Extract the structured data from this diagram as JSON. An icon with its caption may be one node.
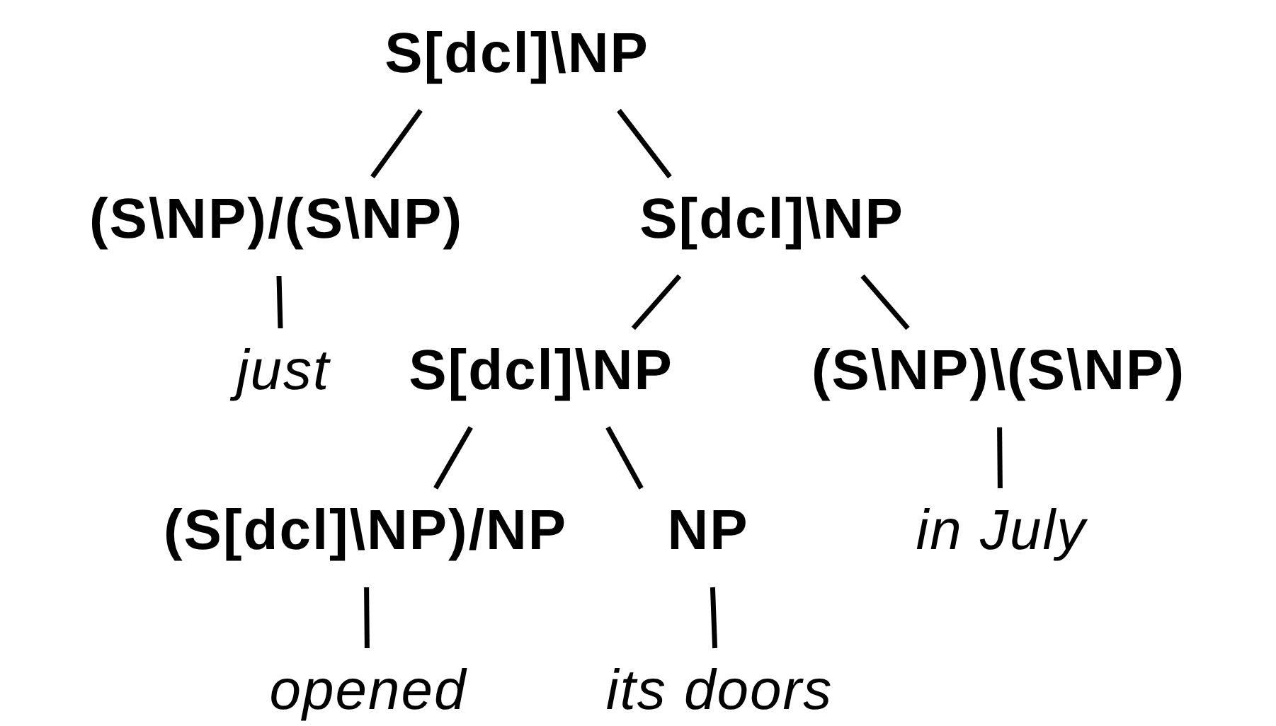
{
  "diagram": {
    "nodes": [
      {
        "text": [
          "S[dcl]\\NP"
        ]
      },
      {
        "text": [
          "(S\\NP)/(S\\NP)"
        ]
      },
      {
        "text": [
          "S[dcl]\\NP"
        ]
      },
      {
        "text": [
          "just"
        ]
      },
      {
        "text": [
          "S[dcl]\\NP"
        ]
      },
      {
        "text": [
          "(S\\NP)\\(S\\NP)"
        ]
      },
      {
        "text": [
          "(S[dcl]\\NP)/NP"
        ]
      },
      {
        "text": [
          "NP"
        ]
      },
      {
        "text": [
          "in July"
        ]
      },
      {
        "text": [
          "opened"
        ]
      },
      {
        "text": [
          "its doors"
        ]
      }
    ],
    "edges": [
      {
        "from": 0,
        "to": 1,
        "arrow": "none"
      },
      {
        "from": 0,
        "to": 2,
        "arrow": "none"
      },
      {
        "from": 1,
        "to": 3,
        "arrow": "none"
      },
      {
        "from": 2,
        "to": 4,
        "arrow": "none"
      },
      {
        "from": 2,
        "to": 5,
        "arrow": "none"
      },
      {
        "from": 4,
        "to": 6,
        "arrow": "none"
      },
      {
        "from": 4,
        "to": 7,
        "arrow": "none"
      },
      {
        "from": 5,
        "to": 8,
        "arrow": "none"
      },
      {
        "from": 6,
        "to": 9,
        "arrow": "none"
      },
      {
        "from": 7,
        "to": 10,
        "arrow": "none"
      }
    ]
  }
}
